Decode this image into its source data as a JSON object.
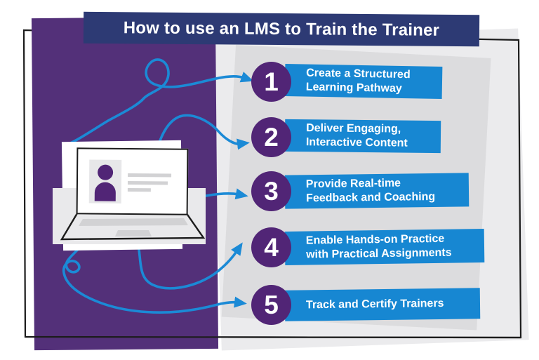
{
  "title": {
    "text": "How to use an LMS to Train the Trainer"
  },
  "steps": [
    {
      "number": "1",
      "lines": [
        "Create a Structured",
        "Learning Pathway"
      ]
    },
    {
      "number": "2",
      "lines": [
        "Deliver Engaging,",
        "Interactive Content"
      ]
    },
    {
      "number": "3",
      "lines": [
        "Provide Real-time",
        "Feedback and Coaching"
      ]
    },
    {
      "number": "4",
      "lines": [
        "Enable Hands-on Practice",
        "with Practical Assignments"
      ]
    },
    {
      "number": "5",
      "lines": [
        "Track and Certify Trainers"
      ]
    }
  ],
  "illustration": {
    "icons": [
      "laptop-icon",
      "person-avatar-icon",
      "curved-flow-line",
      "arrowhead-icon",
      "hand-drawn-frame"
    ]
  },
  "colors": {
    "navy": "#2d3a74",
    "purple-panel": "#533079",
    "purple-circle": "#512576",
    "blue-banner": "#1787d2",
    "blue-line": "#1b8ad6",
    "gray-panel": "#ebebed",
    "gray-shape": "#dcdcde",
    "ink": "#1c1c1c",
    "laptop-gray": "#e9e9eb",
    "laptop-dark": "#d2d2d4",
    "screen-box": "#e7e7e9",
    "text-line": "#d2d2d4"
  }
}
